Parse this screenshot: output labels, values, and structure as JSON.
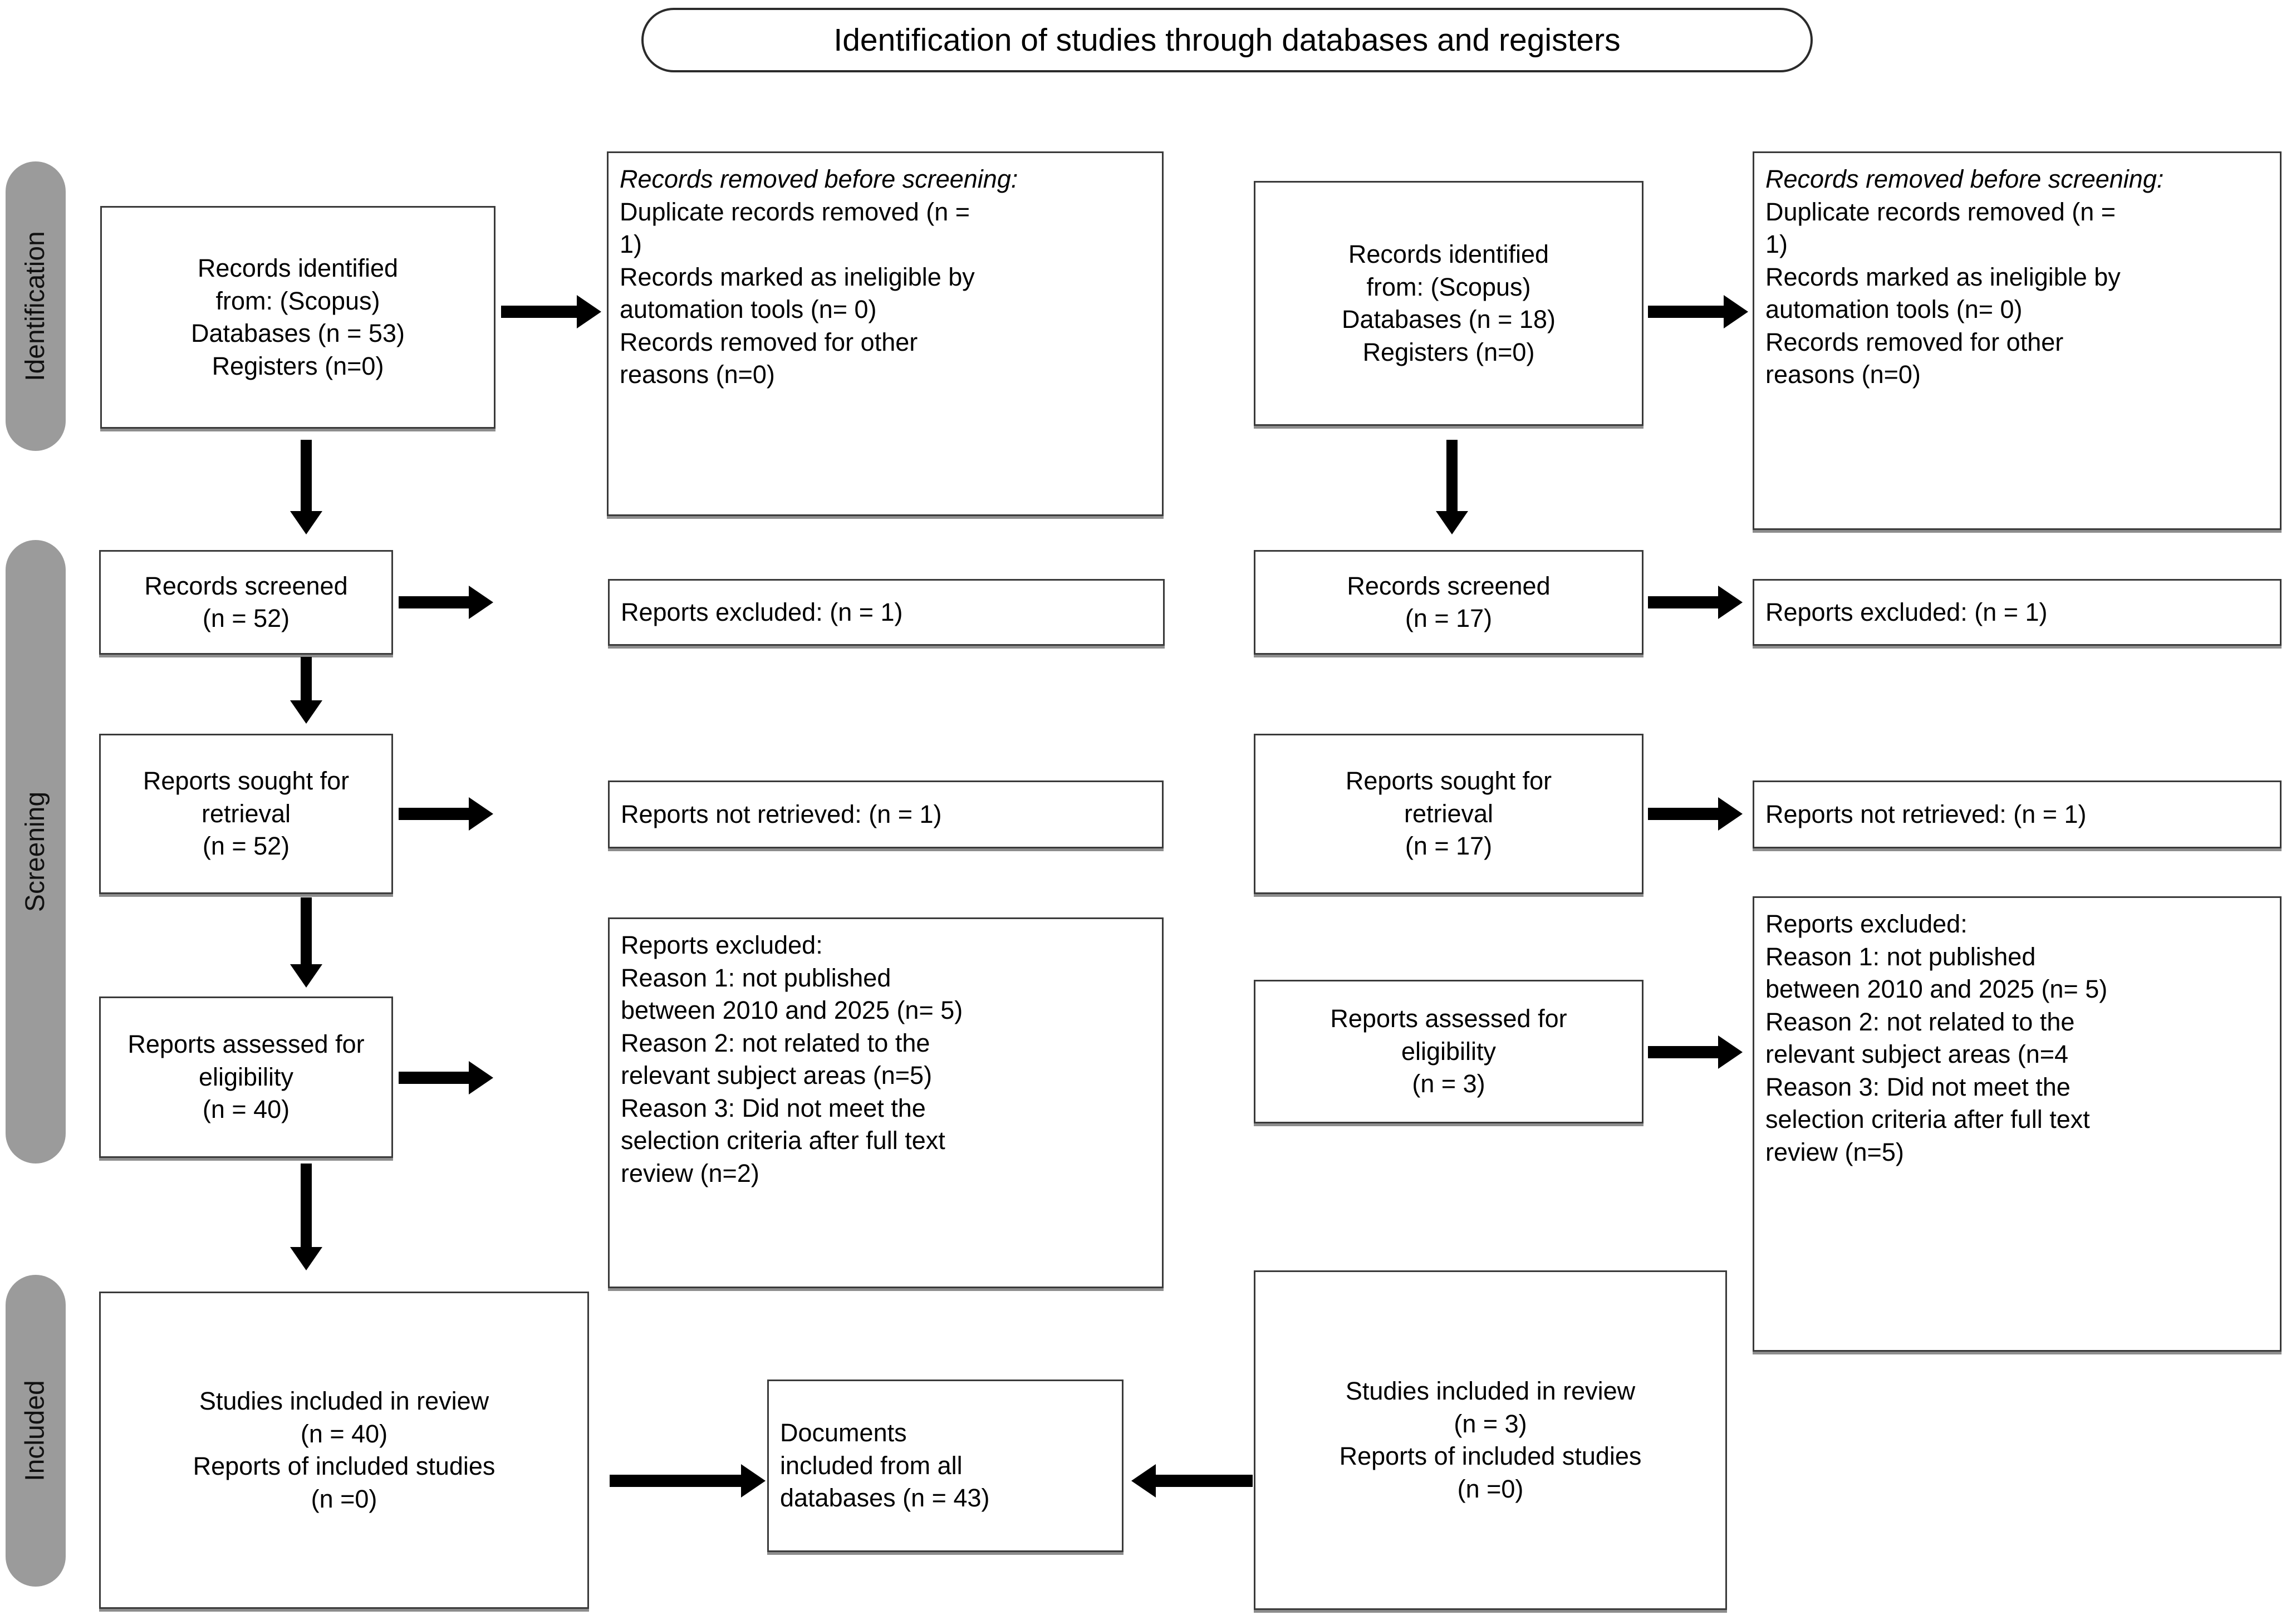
{
  "title": "Identification of studies through databases and registers",
  "phases": [
    {
      "id": "identification",
      "label": "Identification"
    },
    {
      "id": "screening",
      "label": "Screening"
    },
    {
      "id": "included",
      "label": "Included"
    }
  ],
  "left_column": {
    "identified": {
      "lines": [
        "Records identified",
        "from:  (Scopus)",
        "Databases (n = 53)",
        "Registers (n=0)"
      ]
    },
    "removed_before_screening": {
      "heading": "Records removed before screening:",
      "lines": [
        "Duplicate records removed  (n =",
        "1)",
        "Records marked as ineligible by",
        "automation tools (n= 0)",
        "Records removed for other",
        "reasons (n=0)"
      ]
    },
    "screened": {
      "lines": [
        "Records screened",
        "(n = 52)"
      ]
    },
    "reports_excluded_screened": {
      "lines": [
        "Reports excluded: (n = 1)"
      ]
    },
    "sought_for_retrieval": {
      "lines": [
        "Reports sought for",
        "retrieval",
        "(n = 52)"
      ]
    },
    "reports_not_retrieved": {
      "lines": [
        "Reports not retrieved: (n = 1)"
      ]
    },
    "assessed_eligibility": {
      "lines": [
        "Reports assessed for",
        "eligibility",
        "(n = 40)"
      ]
    },
    "reports_excluded_reasons": {
      "lines": [
        "Reports excluded:",
        "Reason 1: not published",
        "between 2010 and 2025  (n= 5)",
        "Reason 2: not related to the",
        "relevant subject areas  (n=5)",
        "Reason 3: Did not meet the",
        "selection criteria after full text",
        "review  (n=2)"
      ]
    },
    "included_studies": {
      "lines": [
        "Studies included in review",
        "(n = 40)",
        "Reports of included studies",
        "(n =0)"
      ]
    }
  },
  "right_column": {
    "identified": {
      "lines": [
        "Records identified",
        "from:  (Scopus)",
        "Databases (n = 18)",
        "Registers (n=0)"
      ]
    },
    "removed_before_screening": {
      "heading": "Records removed before screening:",
      "lines": [
        "Duplicate records removed  (n =",
        "1)",
        "Records marked as ineligible by",
        "automation tools (n= 0)",
        "Records removed for other",
        "reasons (n=0)"
      ]
    },
    "screened": {
      "lines": [
        "Records screened",
        "(n = 17)"
      ]
    },
    "reports_excluded_screened": {
      "lines": [
        "Reports excluded: (n = 1)"
      ]
    },
    "sought_for_retrieval": {
      "lines": [
        "Reports sought for",
        "retrieval",
        "(n = 17)"
      ]
    },
    "reports_not_retrieved": {
      "lines": [
        "Reports not retrieved: (n = 1)"
      ]
    },
    "assessed_eligibility": {
      "lines": [
        "Reports assessed for",
        "eligibility",
        "(n = 3)"
      ]
    },
    "reports_excluded_reasons": {
      "lines": [
        "Reports excluded:",
        "Reason 1: not published",
        "between 2010 and 2025 (n= 5)",
        "Reason 2: not related to the",
        "relevant subject areas (n=4",
        "Reason 3: Did not meet the",
        "selection criteria after full text",
        "review (n=5)"
      ]
    },
    "included_studies": {
      "lines": [
        "Studies included in review",
        "(n = 3)",
        "Reports of included studies",
        "(n =0)"
      ]
    }
  },
  "merge": {
    "documents_included": {
      "lines": [
        "Documents",
        "included from all",
        "databases (n = 43)"
      ]
    }
  },
  "colors": {
    "phase_band": "#9b9b9b",
    "box_border": "#3a3a3a",
    "box_shadow": "#8d8d8d",
    "arrow": "#000000",
    "background": "#ffffff"
  }
}
